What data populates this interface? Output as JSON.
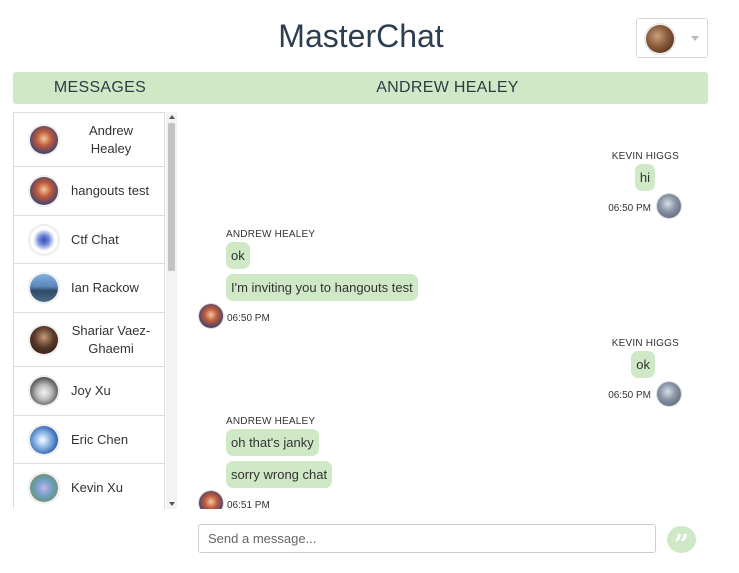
{
  "app": {
    "title": "MasterChat"
  },
  "header": {
    "messages_label": "MESSAGES",
    "conversation_title": "ANDREW HEALEY"
  },
  "account": {
    "avatar_icon": "user-avatar",
    "menu_icon": "caret-down-icon"
  },
  "colors": {
    "accent": "#cfe8c6",
    "title": "#2c3e50"
  },
  "contacts": [
    {
      "name": "Andrew Healey",
      "avatar": "andrew-avatar",
      "lines": [
        "Andrew",
        "Healey"
      ]
    },
    {
      "name": "hangouts test",
      "avatar": "hangouts-avatar",
      "lines": [
        "hangouts test"
      ]
    },
    {
      "name": "Ctf Chat",
      "avatar": "ctf-avatar",
      "lines": [
        "Ctf Chat"
      ]
    },
    {
      "name": "Ian Rackow",
      "avatar": "ian-avatar",
      "lines": [
        "Ian Rackow"
      ]
    },
    {
      "name": "Shariar Vaez-Ghaemi",
      "avatar": "shariar-avatar",
      "lines": [
        "Shariar Vaez-",
        "Ghaemi"
      ]
    },
    {
      "name": "Joy Xu",
      "avatar": "joy-avatar",
      "lines": [
        "Joy Xu"
      ]
    },
    {
      "name": "Eric Chen",
      "avatar": "eric-avatar",
      "lines": [
        "Eric Chen"
      ]
    },
    {
      "name": "Kevin Xu",
      "avatar": "kevin-xu-avatar",
      "lines": [
        "Kevin Xu"
      ]
    }
  ],
  "messages": [
    {
      "direction": "out",
      "sender": "KEVIN HIGGS",
      "texts": [
        "hi"
      ],
      "time": "06:50 PM"
    },
    {
      "direction": "in",
      "sender": "ANDREW HEALEY",
      "texts": [
        "ok",
        "I'm inviting you to hangouts test"
      ],
      "time": "06:50 PM"
    },
    {
      "direction": "out",
      "sender": "KEVIN HIGGS",
      "texts": [
        "ok"
      ],
      "time": "06:50 PM"
    },
    {
      "direction": "in",
      "sender": "ANDREW HEALEY",
      "texts": [
        "oh that's janky",
        "sorry wrong chat"
      ],
      "time": "06:51 PM"
    }
  ],
  "composer": {
    "placeholder": "Send a message...",
    "value": "",
    "send_icon": "quote-icon",
    "send_glyph": "”"
  }
}
